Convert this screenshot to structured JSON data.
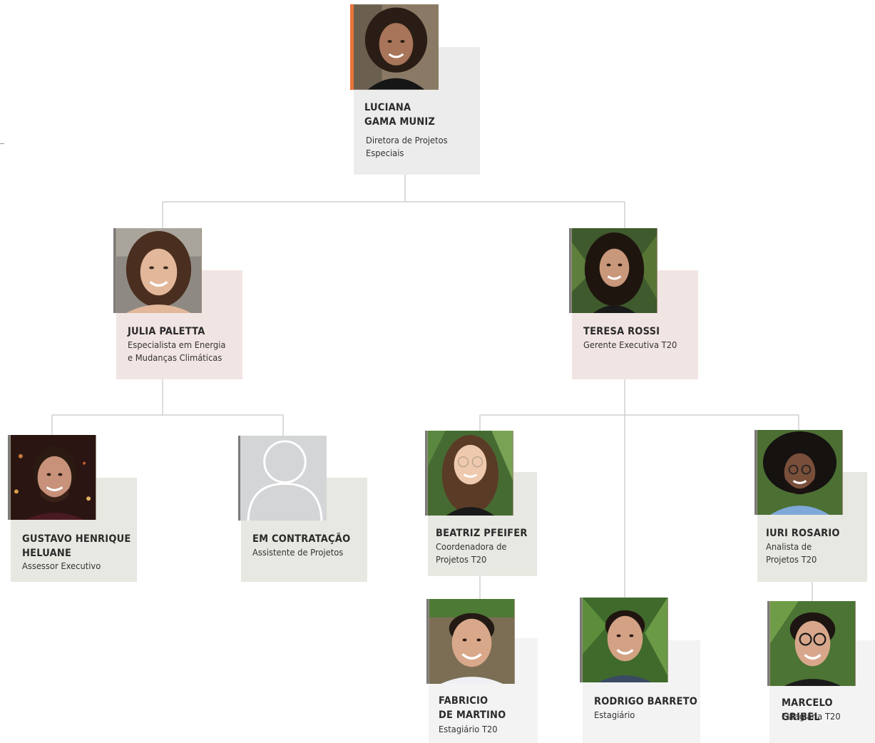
{
  "people": {
    "luciana": {
      "name": "LUCIANA\nGAMA MUNIZ",
      "role": "Diretora de Projetos\nEspeciais"
    },
    "julia": {
      "name": "JULIA PALETTA",
      "role": "Especialista em Energia\ne Mudanças Climáticas"
    },
    "teresa": {
      "name": "TERESA ROSSI",
      "role": "Gerente Executiva T20"
    },
    "gustavo": {
      "name": "GUSTAVO HENRIQUE\nHELUANE",
      "role": "Assessor Executivo"
    },
    "vacancy": {
      "name": "EM CONTRATAÇÃO",
      "role": "Assistente de Projetos"
    },
    "beatriz": {
      "name": "BEATRIZ PFEIFER",
      "role": "Coordenadora de\nProjetos T20"
    },
    "iuri": {
      "name": "IURI ROSARIO",
      "role": "Analista de\nProjetos T20"
    },
    "fabricio": {
      "name": "FABRICIO\nDE MARTINO",
      "role": "Estagiário T20"
    },
    "rodrigo": {
      "name": "RODRIGO BARRETO",
      "role": "Estagiário"
    },
    "marcelo": {
      "name": "MARCELO GRIBEL",
      "role": "Estagiária T20"
    }
  },
  "colors": {
    "accent": "#e8743c",
    "card_top": "#ececec",
    "card_level2": "#f1e5e3",
    "card_level3": "#e8e8e2",
    "card_level4": "#f3f3f3",
    "connector": "#c8c8c8"
  }
}
